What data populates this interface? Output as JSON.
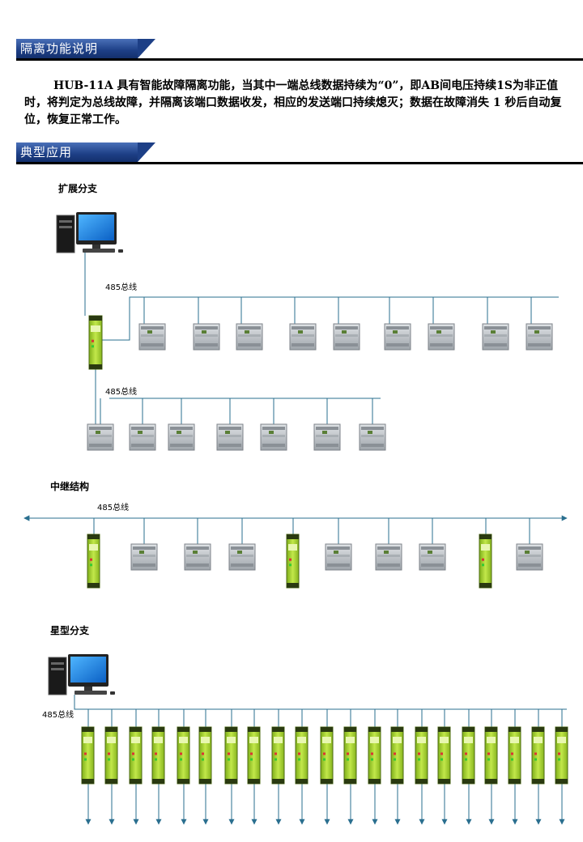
{
  "section1": {
    "title": "隔离功能说明"
  },
  "description": "HUB-11A 具有智能故障隔离功能，当其中一端总线数据持续为“0”，即AB间电压持续1S为非正值时，将判定为总线故障，并隔离该端口数据收发，相应的发送端口持续熄灭；数据在故障消失 1 秒后自动复位，恢复正常工作。",
  "section2": {
    "title": "典型应用"
  },
  "diagrams": {
    "expand": {
      "title": "扩展分支",
      "bus_label_top": "485总线",
      "bus_label_bottom": "485总线"
    },
    "repeater": {
      "title": "中继结构",
      "bus_label": "485总线"
    },
    "star": {
      "title": "星型分支",
      "bus_label": "485总线"
    }
  },
  "colors": {
    "header_blue": "#1d3f86",
    "hub_green": "#a8d430",
    "device_gray": "#b9bec3",
    "bus_line": "#2a6f8f"
  }
}
